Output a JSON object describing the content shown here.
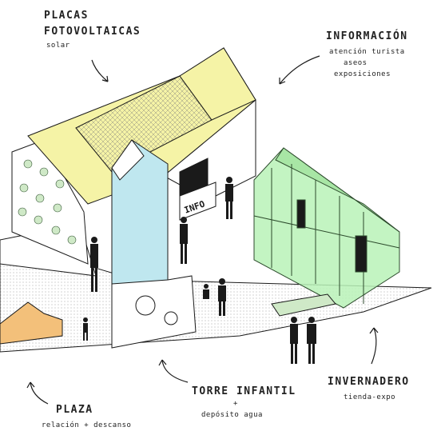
{
  "labels": {
    "solar": {
      "title_line1": "PLACAS",
      "title_line2": "FOTOVOLTAICAS",
      "subtitle": "solar"
    },
    "info": {
      "title": "INFORMACIÓN",
      "items": [
        "atención turista",
        "aseos",
        "exposiciones"
      ]
    },
    "greenhouse": {
      "title": "INVERNADERO",
      "subtitle": "tienda-expo"
    },
    "tower": {
      "title": "TORRE INFANTIL",
      "plus": "+",
      "subtitle": "depósito agua"
    },
    "plaza": {
      "title": "PLAZA",
      "subtitle": "relación + descanso"
    },
    "sign": "INFO"
  },
  "colors": {
    "solar_yellow": "#f5f3a6",
    "greenhouse_green": "#b9f2b7",
    "tower_blue": "#bfe7ef",
    "bench_orange": "#f3c07a",
    "line": "#1a1a1a"
  }
}
